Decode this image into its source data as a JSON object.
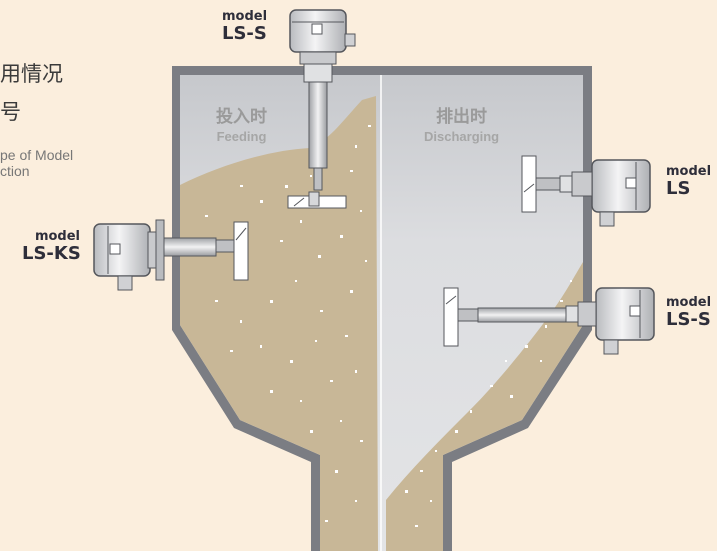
{
  "intro": {
    "cn_line1": "用情况",
    "cn_line2": "号",
    "en_line1": "pe of Model",
    "en_line2": "ction"
  },
  "phases": {
    "feeding": {
      "zh": "投入时",
      "en": "Feeding"
    },
    "discharging": {
      "zh": "排出时",
      "en": "Discharging"
    }
  },
  "models": {
    "top": {
      "prefix": "model",
      "name": "LS-S"
    },
    "left": {
      "prefix": "model",
      "name": "LS-KS"
    },
    "right_upper": {
      "prefix": "model",
      "name": "LS"
    },
    "right_lower": {
      "prefix": "model",
      "name": "LS-S"
    }
  },
  "colors": {
    "background": "#fbeedd",
    "silo_wall": "#7b7d83",
    "silo_interior": "#d4d6d9",
    "material": "#c9b99a",
    "sensor_body": "#e9eaec"
  }
}
